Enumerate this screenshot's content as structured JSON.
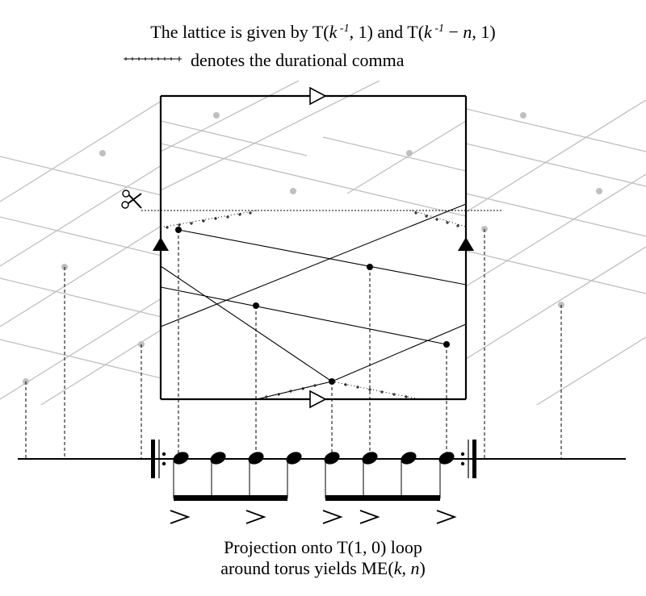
{
  "caption": {
    "line1": {
      "pre": "The lattice is given by T(",
      "k1": "k",
      "exp1": " -1",
      "mid": ", 1) and T(",
      "k2": "k",
      "exp2": " -1",
      "minus": " − ",
      "n": "n",
      "post": ", 1)"
    },
    "line2": "denotes the durational comma"
  },
  "bottom_caption": {
    "line1": "Projection onto T(1, 0) loop",
    "line2_pre": "around torus yields ME(",
    "line2_k": "k",
    "line2_sep": ", ",
    "line2_n": "n",
    "line2_post": ")"
  },
  "colors": {
    "ink": "#000000",
    "lattice": "#bfbfbf"
  },
  "icons": {
    "scissors": "scissors-icon",
    "repeat_start": "repeat-start-barline",
    "repeat_end": "repeat-end-barline",
    "accent": "accent-mark"
  },
  "rhythm": {
    "notes": 8,
    "beam_groups": [
      4,
      4
    ],
    "accents": 5
  }
}
